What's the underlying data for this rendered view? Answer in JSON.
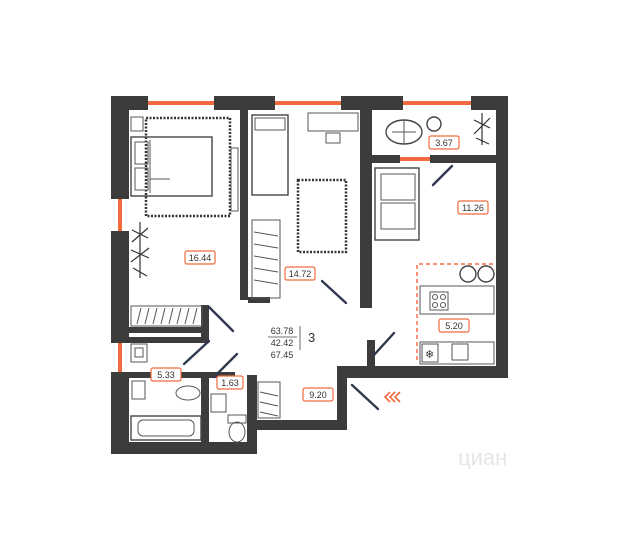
{
  "areas": {
    "bedroom_1": "16.44",
    "bedroom_2": "14.72",
    "balcony": "3.67",
    "living": "11.26",
    "kitchen": "5.20",
    "bathroom": "5.33",
    "toilet": "1.63",
    "hall": "9.20"
  },
  "summary": {
    "total_area": "63.78",
    "living_area": "42.42",
    "area_with_balcony": "67.45",
    "rooms_count": "3"
  },
  "watermark": "циан",
  "colors": {
    "walls": "#3c3c3c",
    "windows": "#f26a3d",
    "tag_border": "#f26a3d",
    "kitchen_zone_dashes": "#f26a3d"
  }
}
